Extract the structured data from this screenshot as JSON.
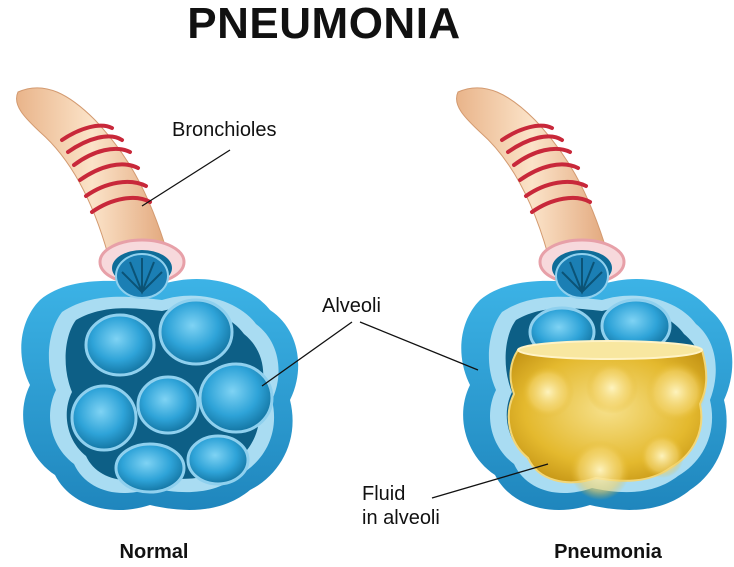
{
  "title": "PNEUMONIA",
  "labels": {
    "bronchioles": "Bronchioles",
    "alveoli": "Alveoli",
    "fluid_line1": "Fluid",
    "fluid_line2": "in alveoli"
  },
  "captions": {
    "normal": "Normal",
    "pneumonia": "Pneumonia"
  },
  "colors": {
    "bronchiole_tube": "#f3c9a2",
    "bronchiole_muscle": "#c8283a",
    "alveolar_outer": "#2f9fd6",
    "alveolar_rim": "#a9dcf2",
    "alveolar_cavity": "#0d5f86",
    "alveolus_cell": "#2aa6dc",
    "fluid": "#e3b526"
  }
}
